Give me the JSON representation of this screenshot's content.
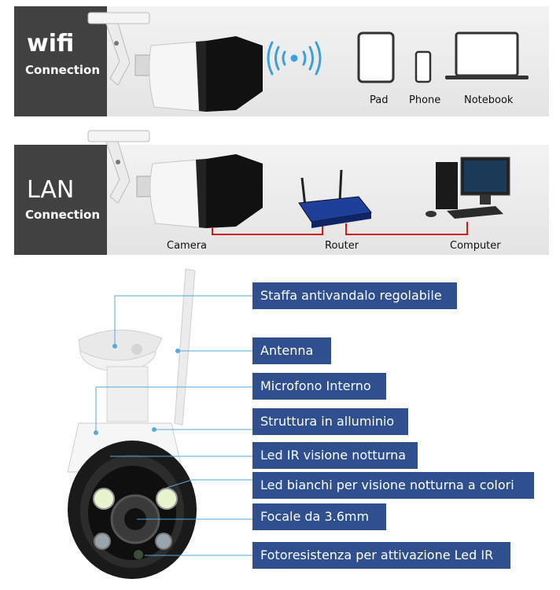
{
  "wifi_panel": {
    "title": "wifi",
    "subtitle": "Connection",
    "devices": [
      "Pad",
      "Phone",
      "Notebook"
    ]
  },
  "lan_panel": {
    "title": "LAN",
    "subtitle": "Connection",
    "devices": [
      "Camera",
      "Router",
      "Computer"
    ]
  },
  "callouts": [
    "Staffa antivandalo regolabile",
    "Antenna",
    "Microfono Interno",
    "Struttura in alluminio",
    "Led IR visione notturna",
    "Led bianchi per visione notturna a colori",
    "Focale da 3.6mm",
    "Fotoresistenza per attivazione Led IR"
  ],
  "colors": {
    "label_box": "#414141",
    "callout_bg": "#2f4f8f",
    "leader_line": "#5aa7d9",
    "lan_cable": "#d11b1b",
    "wifi_waves": "#3aa0dd"
  }
}
